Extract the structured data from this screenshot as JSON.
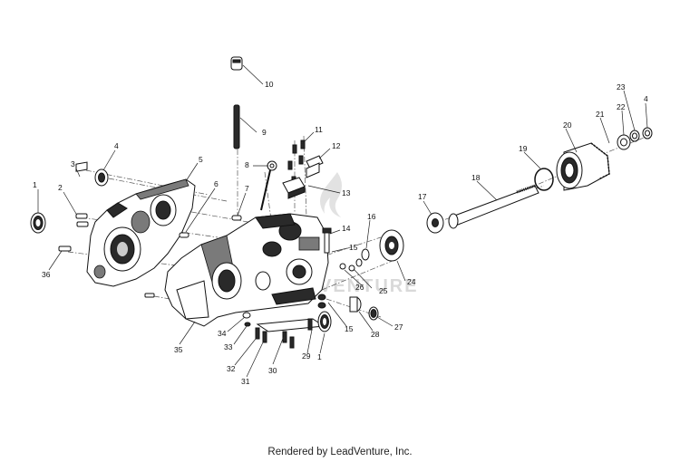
{
  "footer": "Rendered by LeadVenture, Inc.",
  "watermark": "VENTURE",
  "callouts": [
    {
      "id": "c1a",
      "label": "1"
    },
    {
      "id": "c2",
      "label": "2"
    },
    {
      "id": "c3",
      "label": "3"
    },
    {
      "id": "c4a",
      "label": "4"
    },
    {
      "id": "c5",
      "label": "5"
    },
    {
      "id": "c6",
      "label": "6"
    },
    {
      "id": "c7",
      "label": "7"
    },
    {
      "id": "c8",
      "label": "8"
    },
    {
      "id": "c9",
      "label": "9"
    },
    {
      "id": "c10",
      "label": "10"
    },
    {
      "id": "c11",
      "label": "11"
    },
    {
      "id": "c12",
      "label": "12"
    },
    {
      "id": "c13",
      "label": "13"
    },
    {
      "id": "c14",
      "label": "14"
    },
    {
      "id": "c15a",
      "label": "15"
    },
    {
      "id": "c15b",
      "label": "15"
    },
    {
      "id": "c16",
      "label": "16"
    },
    {
      "id": "c17",
      "label": "17"
    },
    {
      "id": "c18",
      "label": "18"
    },
    {
      "id": "c19",
      "label": "19"
    },
    {
      "id": "c20",
      "label": "20"
    },
    {
      "id": "c21",
      "label": "21"
    },
    {
      "id": "c22",
      "label": "22"
    },
    {
      "id": "c23",
      "label": "23"
    },
    {
      "id": "c4b",
      "label": "4"
    },
    {
      "id": "c24",
      "label": "24"
    },
    {
      "id": "c25",
      "label": "25"
    },
    {
      "id": "c26",
      "label": "26"
    },
    {
      "id": "c27",
      "label": "27"
    },
    {
      "id": "c28",
      "label": "28"
    },
    {
      "id": "c1b",
      "label": "1"
    },
    {
      "id": "c29",
      "label": "29"
    },
    {
      "id": "c30",
      "label": "30"
    },
    {
      "id": "c31",
      "label": "31"
    },
    {
      "id": "c32",
      "label": "32"
    },
    {
      "id": "c33",
      "label": "33"
    },
    {
      "id": "c34",
      "label": "34"
    },
    {
      "id": "c35",
      "label": "35"
    },
    {
      "id": "c36",
      "label": "36"
    }
  ]
}
